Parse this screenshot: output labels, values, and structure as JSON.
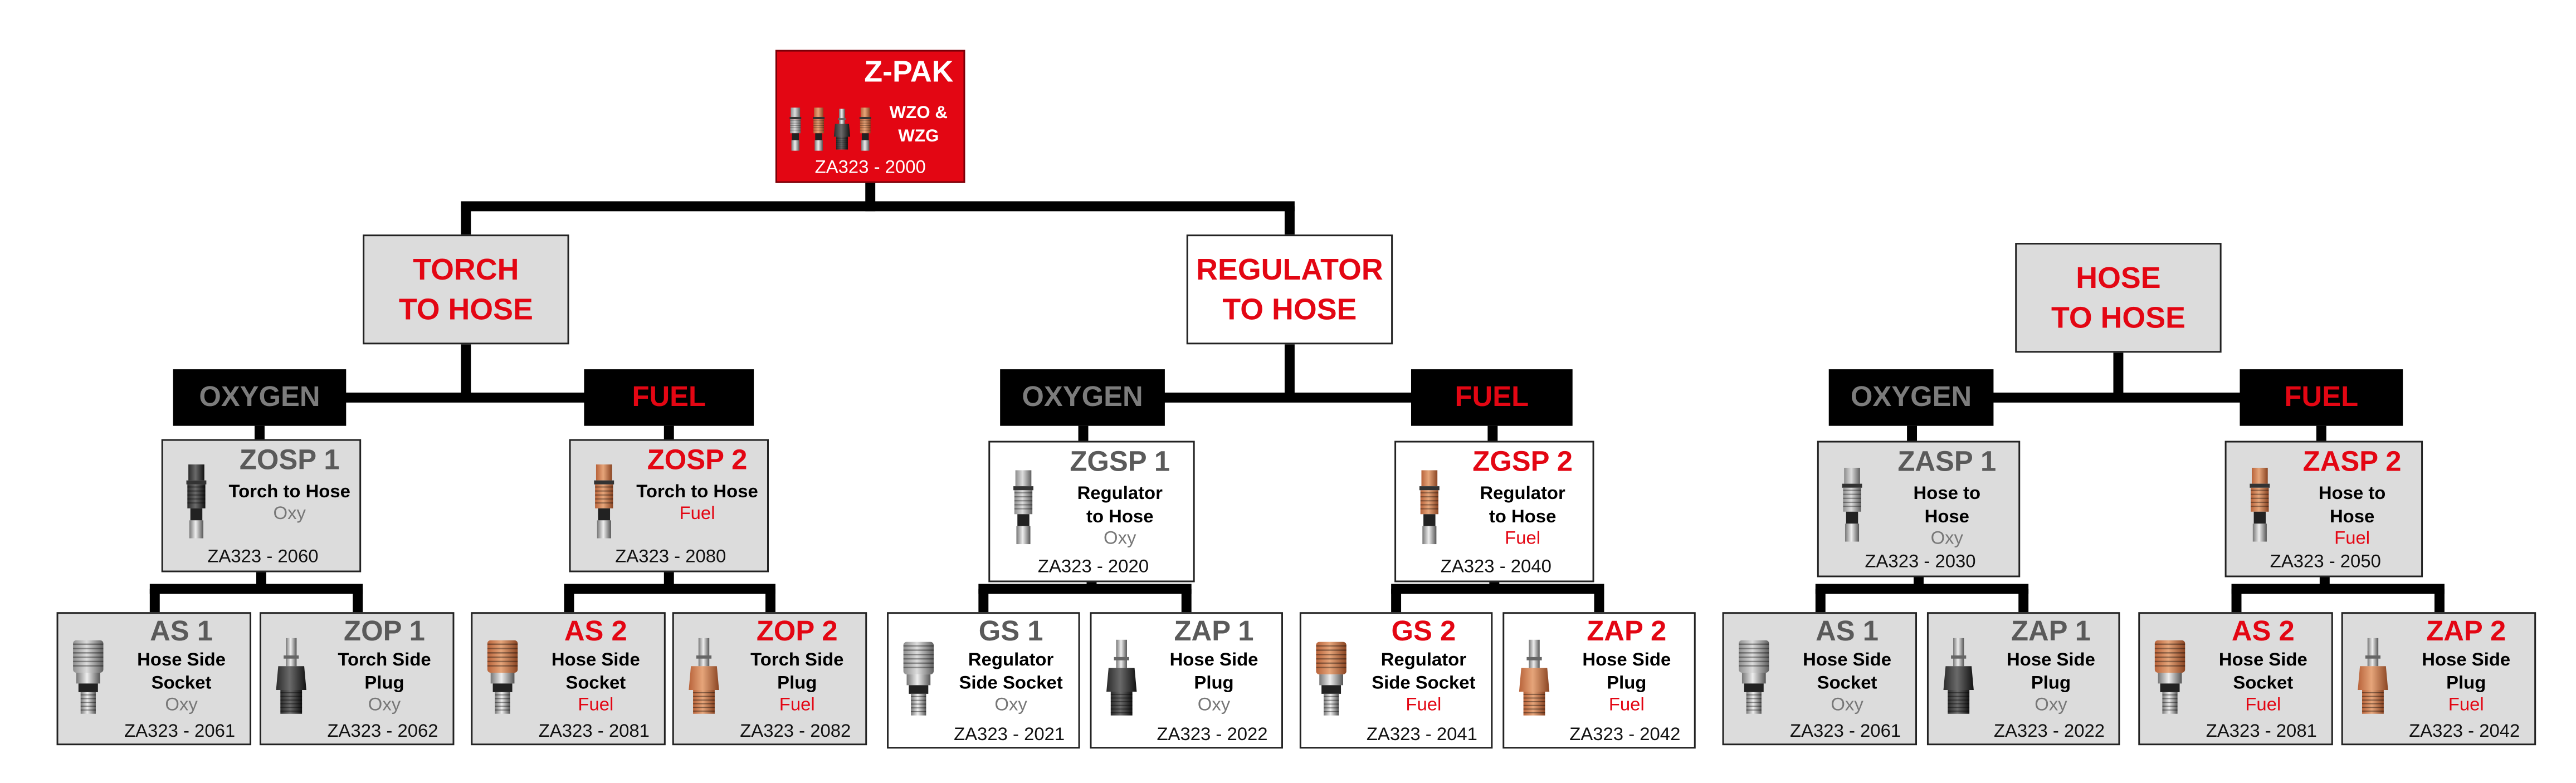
{
  "root": {
    "code": "Z-PAK",
    "sub": "WZO &\nWZG",
    "part": "ZA323 - 2000"
  },
  "groups": [
    {
      "name": "TORCH\nTO HOSE",
      "oxygen_label": "OXYGEN",
      "fuel_label": "FUEL",
      "mid": [
        {
          "code": "ZOSP 1",
          "desc": "Torch to Hose",
          "gas": "Oxy",
          "part": "ZA323 - 2060"
        },
        {
          "code": "ZOSP 2",
          "desc": "Torch to Hose",
          "gas": "Fuel",
          "part": "ZA323 - 2080"
        }
      ],
      "leaves": [
        {
          "code": "AS 1",
          "desc": "Hose Side\nSocket",
          "gas": "Oxy",
          "part": "ZA323 - 2061"
        },
        {
          "code": "ZOP 1",
          "desc": "Torch Side\nPlug",
          "gas": "Oxy",
          "part": "ZA323 - 2062"
        },
        {
          "code": "AS 2",
          "desc": "Hose Side\nSocket",
          "gas": "Fuel",
          "part": "ZA323 - 2081"
        },
        {
          "code": "ZOP 2",
          "desc": "Torch Side\nPlug",
          "gas": "Fuel",
          "part": "ZA323 - 2082"
        }
      ]
    },
    {
      "name": "REGULATOR\nTO HOSE",
      "oxygen_label": "OXYGEN",
      "fuel_label": "FUEL",
      "mid": [
        {
          "code": "ZGSP 1",
          "desc": "Regulator\nto Hose",
          "gas": "Oxy",
          "part": "ZA323 - 2020"
        },
        {
          "code": "ZGSP 2",
          "desc": "Regulator\nto Hose",
          "gas": "Fuel",
          "part": "ZA323 - 2040"
        }
      ],
      "leaves": [
        {
          "code": "GS 1",
          "desc": "Regulator\nSide Socket",
          "gas": "Oxy",
          "part": "ZA323 - 2021"
        },
        {
          "code": "ZAP 1",
          "desc": "Hose Side\nPlug",
          "gas": "Oxy",
          "part": "ZA323 - 2022"
        },
        {
          "code": "GS 2",
          "desc": "Regulator\nSide Socket",
          "gas": "Fuel",
          "part": "ZA323 - 2041"
        },
        {
          "code": "ZAP 2",
          "desc": "Hose Side\nPlug",
          "gas": "Fuel",
          "part": "ZA323 - 2042"
        }
      ]
    },
    {
      "name": "HOSE\nTO HOSE",
      "oxygen_label": "OXYGEN",
      "fuel_label": "FUEL",
      "mid": [
        {
          "code": "ZASP 1",
          "desc": "Hose to\nHose",
          "gas": "Oxy",
          "part": "ZA323 - 2030"
        },
        {
          "code": "ZASP 2",
          "desc": "Hose to\nHose",
          "gas": "Fuel",
          "part": "ZA323 - 2050"
        }
      ],
      "leaves": [
        {
          "code": "AS 1",
          "desc": "Hose Side\nSocket",
          "gas": "Oxy",
          "part": "ZA323 - 2061"
        },
        {
          "code": "ZAP 1",
          "desc": "Hose Side\nPlug",
          "gas": "Oxy",
          "part": "ZA323 - 2022"
        },
        {
          "code": "AS 2",
          "desc": "Hose Side\nSocket",
          "gas": "Fuel",
          "part": "ZA323 - 2081"
        },
        {
          "code": "ZAP 2",
          "desc": "Hose Side\nPlug",
          "gas": "Fuel",
          "part": "ZA323 - 2042"
        }
      ]
    }
  ]
}
